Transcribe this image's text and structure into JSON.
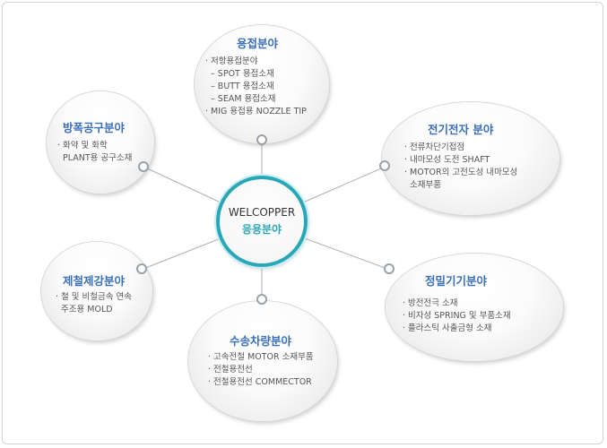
{
  "center": {
    "line1": "WELCOPPER",
    "line2": "응용분야"
  },
  "colors": {
    "title": "#3a6fb7",
    "center_ring": "#2aa7b6",
    "line": "#b0b0b0"
  },
  "nodes": [
    {
      "id": "welding",
      "title": "용접분야",
      "items": [
        "· 저항용접분야",
        "  – SPOT 용접소재",
        "  – BUTT 용접소재",
        "  – SEAM 용접소재",
        "· MIG 용접용 NOZZLE TIP"
      ]
    },
    {
      "id": "electrical",
      "title": "전기전자 분야",
      "items": [
        "· 전류차단기접점",
        "· 내마모성 도전 SHAFT",
        "· MOTOR의 고전도성 내마모성",
        "  소재부품"
      ]
    },
    {
      "id": "precision",
      "title": "정밀기기분야",
      "items": [
        "· 방전전극 소재",
        "· 비자성 SPRING 및 부품소재",
        "· 플라스틱 사출금형 소재"
      ]
    },
    {
      "id": "transport",
      "title": "수송차량분야",
      "items": [
        "· 고속전철 MOTOR 소재부품",
        "· 전철용전선",
        "· 전철용전선 COMMECTOR"
      ]
    },
    {
      "id": "steel",
      "title": "제철제강분야",
      "items": [
        "· 철 및 비철금속 연속",
        "  주조용 MOLD"
      ]
    },
    {
      "id": "explosion",
      "title": "방폭공구분야",
      "items": [
        "· 화약 및 화학",
        "  PLANT용 공구소재"
      ]
    }
  ]
}
